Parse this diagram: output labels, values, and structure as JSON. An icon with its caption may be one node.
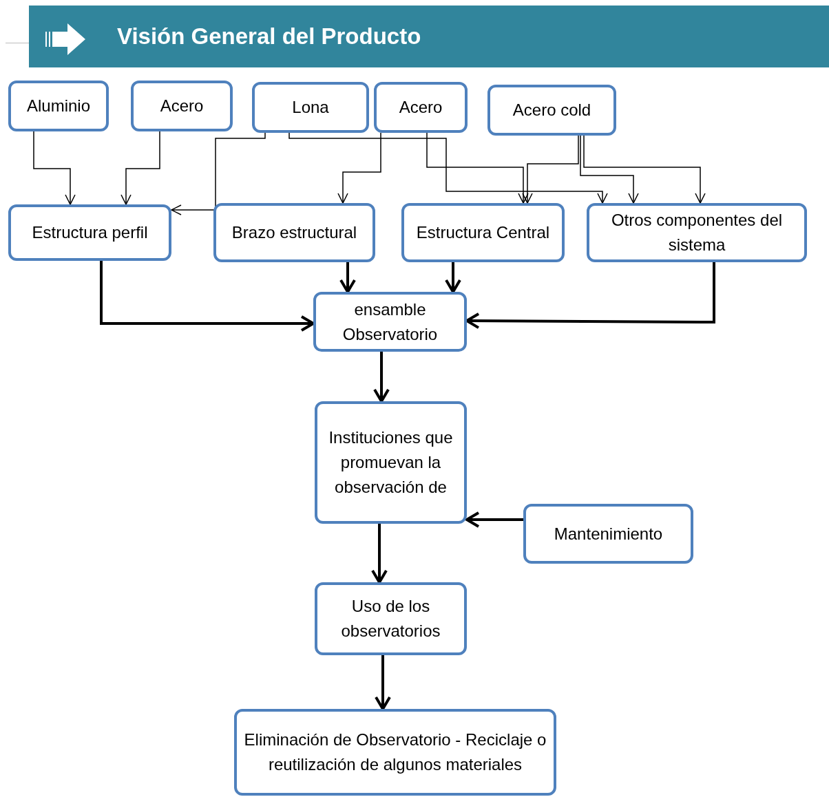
{
  "diagram": {
    "title": "Visión General del Producto",
    "nodes": [
      {
        "text": [
          "Aluminio"
        ]
      },
      {
        "text": [
          "Acero"
        ]
      },
      {
        "text": [
          "Lona"
        ]
      },
      {
        "text": [
          "Acero"
        ]
      },
      {
        "text": [
          "Acero cold"
        ]
      },
      {
        "text": [
          "Estructura perfil"
        ]
      },
      {
        "text": [
          "Brazo estructural"
        ]
      },
      {
        "text": [
          "Estructura Central"
        ]
      },
      {
        "text": [
          "Otros componentes del sistema"
        ]
      },
      {
        "text": [
          "ensamble Observatorio"
        ]
      },
      {
        "text": [
          "Instituciones que promuevan la observación de"
        ]
      },
      {
        "text": [
          "Mantenimiento"
        ]
      },
      {
        "text": [
          "Uso de los observatorios"
        ]
      },
      {
        "text": [
          "Eliminación de Observatorio - Reciclaje o reutilización de algunos materiales"
        ]
      }
    ],
    "edges": [
      {
        "from": 0,
        "to": 5,
        "arrow": "to"
      },
      {
        "from": 1,
        "to": 5,
        "arrow": "to"
      },
      {
        "from": 2,
        "to": 5,
        "arrow": "to"
      },
      {
        "from": 2,
        "to": 8,
        "arrow": "to"
      },
      {
        "from": 3,
        "to": 6,
        "arrow": "to"
      },
      {
        "from": 3,
        "to": 7,
        "arrow": "to"
      },
      {
        "from": 4,
        "to": 7,
        "arrow": "to"
      },
      {
        "from": 4,
        "to": 8,
        "arrow": "to"
      },
      {
        "from": 4,
        "to": 8,
        "arrow": "to"
      },
      {
        "from": 5,
        "to": 9,
        "arrow": "to",
        "style": "thick"
      },
      {
        "from": 6,
        "to": 9,
        "arrow": "to",
        "style": "thick"
      },
      {
        "from": 7,
        "to": 9,
        "arrow": "to",
        "style": "thick"
      },
      {
        "from": 8,
        "to": 9,
        "arrow": "to",
        "style": "thick"
      },
      {
        "from": 9,
        "to": 10,
        "arrow": "to",
        "style": "thick"
      },
      {
        "from": 11,
        "to": 10,
        "arrow": "to",
        "style": "thick"
      },
      {
        "from": 10,
        "to": 12,
        "arrow": "to",
        "style": "thick"
      },
      {
        "from": 12,
        "to": 13,
        "arrow": "to",
        "style": "thick"
      }
    ]
  }
}
